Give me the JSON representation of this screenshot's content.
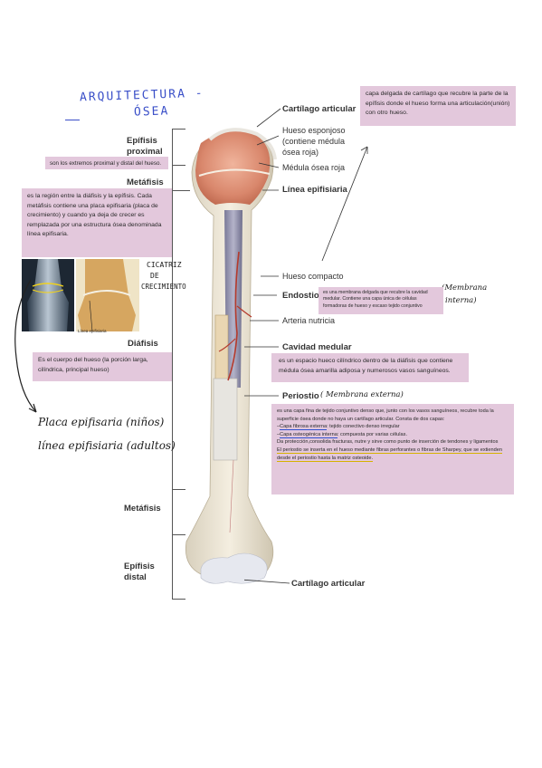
{
  "title": {
    "line1": "ARQUITECTURA -",
    "line2": "ÓSEA"
  },
  "labels_left": {
    "epifisis_proximal_1": "Epífisis",
    "epifisis_proximal_2": "proximal",
    "metafisis_top": "Metáfisis",
    "diafisis": "Diáfisis",
    "metafisis_bottom": "Metáfisis",
    "epifisis_distal_1": "Epífisis",
    "epifisis_distal_2": "distal"
  },
  "labels_right": {
    "cartilago_top": "Cartílago articular",
    "hueso_esponjoso_1": "Hueso esponjoso",
    "hueso_esponjoso_2": "(contiene médula",
    "hueso_esponjoso_3": "ósea roja)",
    "medula_roja": "Médula ósea roja",
    "linea_epifisiaria": "Línea epifisiaria",
    "hueso_compacto": "Hueso compacto",
    "endostio": "Endostio",
    "arteria": "Arteria nutricia",
    "cavidad": "Cavidad medular",
    "periostio": "Periostio",
    "cartilago_bottom": "Cartílago articular"
  },
  "handwritten": {
    "cicatriz_1": "CICATRIZ",
    "cicatriz_2": "DE",
    "cicatriz_3": "CRECIMIENTO",
    "membrana_interna_1": "(Membrana",
    "membrana_interna_2": "interna)",
    "membrana_externa": "( Membrana externa)",
    "placa": "Placa epifisaria (niños)",
    "linea": "línea epifisiaria (adultos)"
  },
  "notes": {
    "cartilago": "capa delgada de cartílago que recubre la parte de la epífisis donde el hueso forma una articulación(unión) con otro hueso.",
    "epifisis": "son los extremos proximal y distal del hueso.",
    "metafisis": "es la región entre la diáfisis y la epífisis. Cada metáfisis contiene una placa epifisaria (placa de crecimiento) y cuando ya deja de crecer es remplazada por una estructura ósea denominada línea epifisaria.",
    "diafisis": "Es el cuerpo del hueso (la porción larga, cilíndrica, principal hueso)",
    "endostio": "es una membrana delgada que recubre la cavidad medular. Contiene una capa única de células formadoras de hueso y escaso tejido conjuntivo",
    "cavidad": "es un espacio hueco cilíndrico dentro de la diáfisis que contiene médula ósea amarilla adiposa y numerosos vasos sanguíneos.",
    "periostio": {
      "intro": "es una capa fina de tejido conjuntivo denso que, junto con los vasos sanguíneos, recubre toda la superficie ósea donde no haya un cartílago articular. Consta de dos capas:",
      "capa1_name": "Capa fibrosa externa",
      "capa1_rest": ": tejido conectivo denso irregular",
      "capa2_name": "Capa osteogénica interna",
      "capa2_rest": ": compuesta por varias células.",
      "funcion": "Da protección,consolida fracturas, nutre y sirve como punto de inserción de tendones y ligamentos",
      "sharpey": "El periostio se inserta en el hueso mediante fibras perforantes o fibras de Sharpey, que se extienden desde el periostio hasta la matriz osteoide."
    }
  },
  "photo_caption": "Línea epifisiaria",
  "colors": {
    "note_bg": "#e3c8dc",
    "title_blue": "#3a4fc8",
    "bone": "#efe7d4",
    "spongy": "#d9876c",
    "marrow": "#8a8ba6"
  }
}
